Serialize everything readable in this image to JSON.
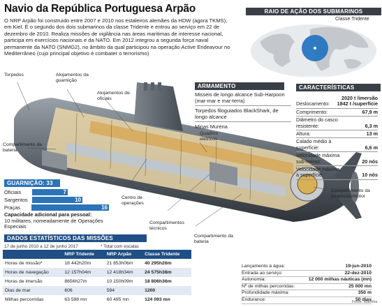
{
  "title": "Navio da República Portuguesa Arpão",
  "intro": "O NRP Arpão foi construido entre 2007 e 2010 nos estaleiros alemães da HDW (agora TKMS), em Kiel. É o segundo dos dois submarinos da classe Tridente e entrou ao serviço em 22 de dezembro de 2010. Realiza missões de vigilância nas áreas maritimas de interesse nacional, participa em exercícios nacionais e da NATO. Em 2012 integrou a segunda força naval permanente da NATO (SNMG2), no âmbito da qual participou na operação Active Endeavour no Mediterrâneo (cujo principal objetivo é combater o terrorismo)",
  "range": {
    "header": "RAIO DE AÇÃO DOS SUBMARINOS",
    "class_label": "Classe Tridente"
  },
  "labels": {
    "torpedos": "Torpedos",
    "alojamentos_guarnicao": "Alojamentos da guarnição",
    "alojamentos_oficiais": "Alojamentos de oficiais",
    "comp_bateria_1": "Compartimento da bateria",
    "quadros": "Quadros elétricos",
    "centro_operacoes": "Centro de operações",
    "comp_tecnicos": "Compartimentos técnicos",
    "comp_bateria_2": "Compartimento da bateria",
    "comp_propulsao": "Compartimento da propulsão/motor"
  },
  "armamento": {
    "header": "ARMAMENTO",
    "items": [
      "Misseis de longo alcance Sub-Harpoon (mar-mar e mar-terra)",
      "Torpedos filoguiados BlackShark, de longo alcance",
      "Minas Murena"
    ]
  },
  "caracteristicas": {
    "header": "CARACTERÍSTICAS",
    "rows": [
      {
        "label": "Deslocamento:",
        "value": "2020 t /imersão\n1842 t /superfície"
      },
      {
        "label": "Comprimento:",
        "value": "67,9 m"
      },
      {
        "label": "Diâmetro do casco resistente:",
        "value": "6,3 m"
      },
      {
        "label": "Altura:",
        "value": "13 m"
      },
      {
        "label": "Calado médio à superfície:",
        "value": "6,6 m"
      },
      {
        "label": "Velocidade máxima sub-merso:",
        "value": "20 nós"
      },
      {
        "label": "Velocidade máxima à superfície:",
        "value": "10 nós"
      }
    ]
  },
  "guarnicao": {
    "header": "GUARNIÇÃO: 33",
    "groups": [
      {
        "label": "Oficiais",
        "value": 7
      },
      {
        "label": "Sargentos",
        "value": 10
      },
      {
        "label": "Praças",
        "value": 16
      }
    ],
    "max": 16,
    "capacity_title": "Capacidade adicional para pessoal:",
    "capacity_text": "10 militares, nomeadamente de Operações Especiais"
  },
  "stats": {
    "header": "DADOS ESTATÍSTICOS DAS MISSÕES",
    "period": "17 de junho 2010 a 12 de junho 2017",
    "note": "* Total com escalas",
    "columns": [
      "",
      "NRP Tridente",
      "NRP Arpão",
      "Classe Tridente"
    ],
    "rows": [
      [
        "Horas de missão*",
        "18 442h20m",
        "21 853h06m",
        "40 295h26m"
      ],
      [
        "Horas de navegação",
        "12 157h04m",
        "12 418h34m",
        "24 575h38m"
      ],
      [
        "Horas de imersão",
        "8656h27m",
        "10 150h09m",
        "18 806h36m"
      ],
      [
        "Dias de mar",
        "606",
        "594",
        "1200"
      ],
      [
        "Milhas percorridas",
        "63 598 mn",
        "60 495 mn",
        "124 093 mn"
      ]
    ]
  },
  "facts": [
    {
      "label": "Lançamento à água:",
      "value": "19-jun-2010"
    },
    {
      "label": "Entrada ao serviço:",
      "value": "22-dez-2010"
    },
    {
      "label": "Autonomia:",
      "value": "12 000 milhas náuticas (mn)"
    },
    {
      "label": "Nº de milhas percorridas:",
      "value": "25 000 mn"
    },
    {
      "label": "Profundidade máxima:",
      "value": "350 m"
    },
    {
      "label": "Endurance:",
      "value": "50 dias"
    }
  ],
  "source": "Fonte: Marinha",
  "colors": {
    "accent": "#2b74b8",
    "header": "#3a3f47",
    "table_header": "#1f4f85",
    "hull": "#6f7780",
    "hull_dark": "#3d434a"
  }
}
